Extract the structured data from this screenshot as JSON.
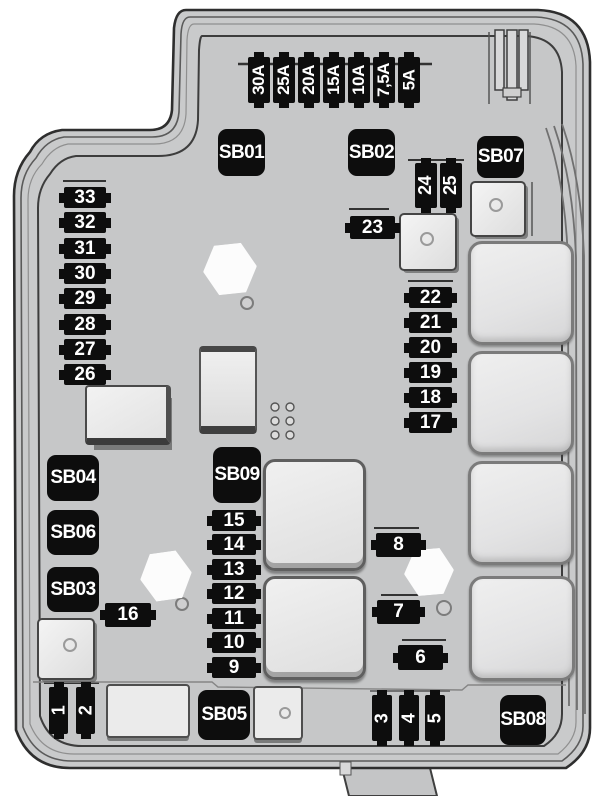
{
  "title": "engine-compartment-fuse-box-diagram",
  "colors": {
    "block_fill": "#0d0d0d",
    "block_text": "#ffffff",
    "shell_fill": "#c9cacb",
    "panel_fill": "#c6c7c8",
    "relay_fill": "#e9eaea",
    "outline": "#2e2e2e"
  },
  "amp_row": [
    "30A",
    "25A",
    "20A",
    "15A",
    "10A",
    "7,5A",
    "5A"
  ],
  "sb_blocks": {
    "sb01": "SB01",
    "sb02": "SB02",
    "sb07": "SB07",
    "sb04": "SB04",
    "sb06": "SB06",
    "sb03": "SB03",
    "sb09": "SB09",
    "sb05": "SB05",
    "sb08": "SB08"
  },
  "fuses": {
    "left_column": [
      "33",
      "32",
      "31",
      "30",
      "29",
      "28",
      "27",
      "26"
    ],
    "right_column": [
      "22",
      "21",
      "20",
      "19",
      "18",
      "17"
    ],
    "middle_column": [
      "15",
      "14",
      "13",
      "12",
      "11",
      "10",
      "9"
    ],
    "pair_24_25": [
      "24",
      "25"
    ],
    "single_23": "23",
    "single_16": "16",
    "single_8": "8",
    "single_7": "7",
    "single_6": "6",
    "bottom_left_pair": [
      "1",
      "2"
    ],
    "bottom_trio": [
      "3",
      "4",
      "5"
    ]
  }
}
